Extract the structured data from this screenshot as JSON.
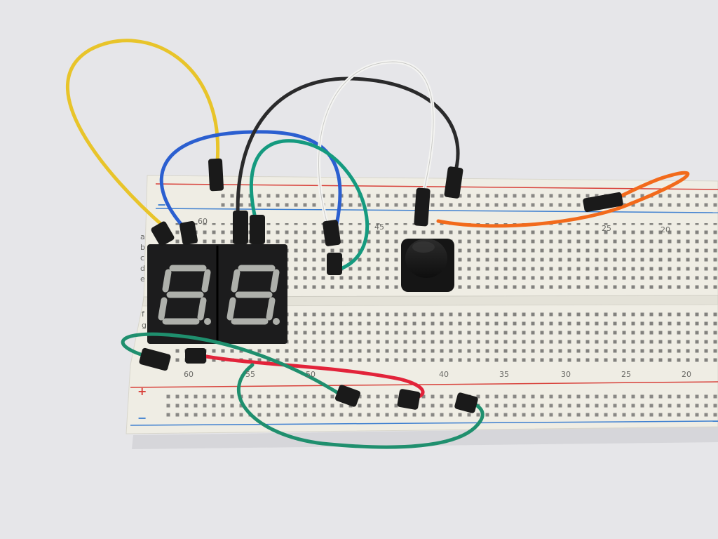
{
  "photo": {
    "subject": "breadboard",
    "colors": {
      "background": "#e6e6e9",
      "board": "#efede4",
      "rail_red": "#d8413a",
      "rail_blue": "#3d7fd0",
      "display_body": "#1c1c1d",
      "segment_off": "#aeb0ab",
      "wire_yellow": "#e8c42a",
      "wire_blue": "#2b5fd0",
      "wire_black": "#2a2a2b",
      "wire_white": "#f4f4f2",
      "wire_teal": "#159a7f",
      "wire_orange": "#f26a1b",
      "wire_red": "#e2233a",
      "wire_green": "#1f8f6e"
    }
  },
  "board_labels": {
    "rail_plus": "+",
    "rail_minus_top": "−",
    "rail_minus_bottom": "−",
    "rows_top": "a b c d e",
    "rows_bottom_f": "f",
    "rows_bottom_g": "g",
    "col_60_top": "60",
    "col_45_top": "45",
    "col_25_top": "25",
    "col_20_top": "20",
    "col_60_bottom": "60",
    "col_55_bottom": "55",
    "col_50_bottom": "50",
    "col_40_bottom": "40",
    "col_35_bottom": "35",
    "col_30_bottom": "30",
    "col_25_bottom": "25",
    "col_20_bottom": "20"
  },
  "display": {
    "type": "two-digit seven-segment",
    "digits": [
      "8.",
      "8."
    ]
  }
}
